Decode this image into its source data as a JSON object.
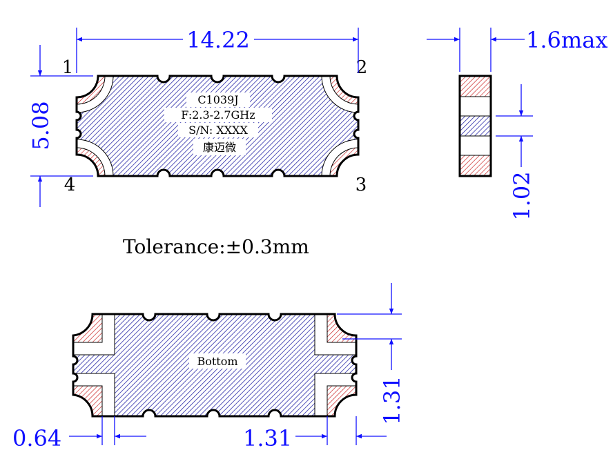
{
  "top_view": {
    "width_dim": "14.22",
    "height_dim": "5.08",
    "pins": {
      "p1": "1",
      "p2": "2",
      "p3": "3",
      "p4": "4"
    },
    "marking": [
      "C1039J",
      "F:2.3-2.7GHz",
      "S/N: XXXX",
      "康迈微"
    ]
  },
  "side_view": {
    "thickness_dim": "1.6max",
    "center_dim": "1.02"
  },
  "tolerance": "Tolerance:±0.3mm",
  "bottom_view": {
    "label": "Bottom",
    "pad_width_dim": "0.64",
    "pad_length_dim": "1.31",
    "pad_height_dim": "1.31"
  },
  "colors": {
    "dimension": "#1010ff",
    "signal_hatch": "#2020a0",
    "ground_hatch": "#c00000",
    "outline": "#000000"
  }
}
